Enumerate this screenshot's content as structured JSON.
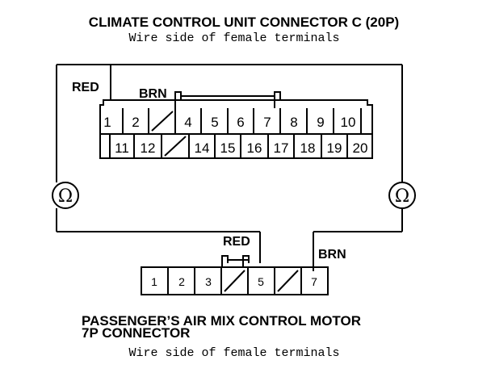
{
  "top_connector": {
    "title": "CLIMATE CONTROL UNIT CONNECTOR C (20P)",
    "subtitle": "Wire side of female terminals",
    "row1_pins": [
      "1",
      "2",
      "",
      "4",
      "5",
      "6",
      "7",
      "8",
      "9",
      "10"
    ],
    "row2_pins": [
      "",
      "11",
      "12",
      "",
      "14",
      "15",
      "16",
      "17",
      "18",
      "19",
      "20"
    ],
    "wire_red": "RED",
    "wire_brn": "BRN"
  },
  "meters": {
    "left_symbol": "Ω",
    "right_symbol": "Ω"
  },
  "bottom_connector": {
    "title_line1": "PASSENGER’S AIR MIX CONTROL MOTOR",
    "title_line2": "7P CONNECTOR",
    "subtitle": "Wire side of female terminals",
    "pins": [
      "1",
      "2",
      "3",
      "",
      "5",
      "",
      "7"
    ],
    "wire_red": "RED",
    "wire_brn": "BRN"
  }
}
